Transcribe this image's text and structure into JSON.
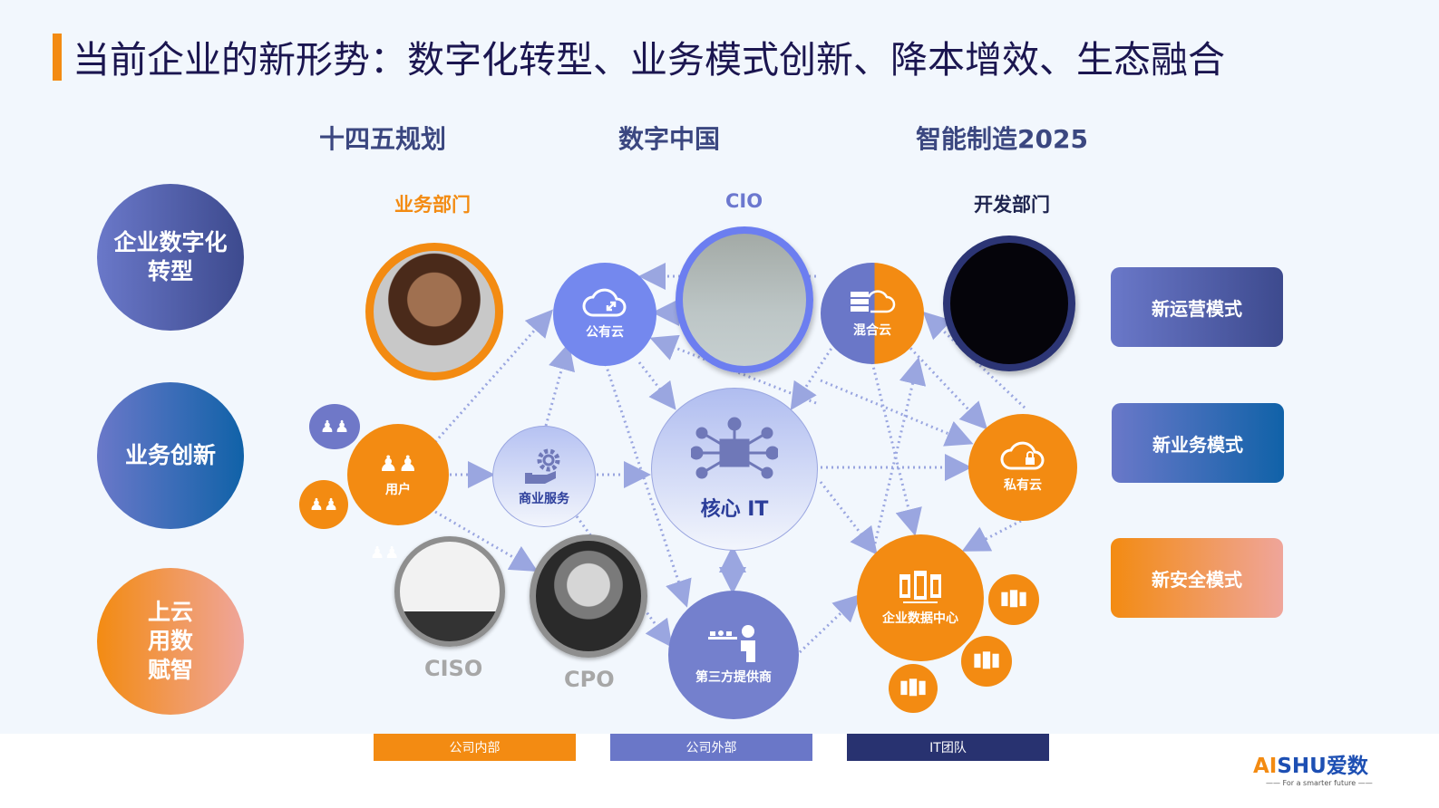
{
  "title": "当前企业的新形势：数字化转型、业务模式创新、降本增效、生态融合",
  "strategies": [
    "十四五规划",
    "数字中国",
    "智能制造2025"
  ],
  "departments": {
    "business": "业务部门",
    "cio": "CIO",
    "dev": "开发部门"
  },
  "left_themes": [
    {
      "line1": "企业数字化",
      "line2": "转型"
    },
    {
      "line1": "业务创新"
    },
    {
      "line1": "上云",
      "line2": "用数",
      "line3": "赋智"
    }
  ],
  "right_modes": [
    "新运营模式",
    "新业务模式",
    "新安全模式"
  ],
  "nodes": {
    "public_cloud": "公有云",
    "hybrid_cloud": "混合云",
    "core_it": "核心 IT",
    "business_service": "商业服务",
    "user": "用户",
    "private_cloud": "私有云",
    "enterprise_dc": "企业数据中心",
    "third_party": "第三方提供商"
  },
  "roles": {
    "ciso": "CISO",
    "cpo": "CPO"
  },
  "legend": [
    {
      "label": "公司内部",
      "color": "#f38b12"
    },
    {
      "label": "公司外部",
      "color": "#6a77c8"
    },
    {
      "label": "IT团队",
      "color": "#283270"
    }
  ],
  "logo": {
    "ai": "AI",
    "rest": "SHU爱数",
    "tagline": "—— For a smarter future ——"
  },
  "colors": {
    "orange": "#f38b12",
    "purple": "#6c78cf",
    "navy": "#283270",
    "title": "#1b1650",
    "link": "#9aa6e0"
  }
}
